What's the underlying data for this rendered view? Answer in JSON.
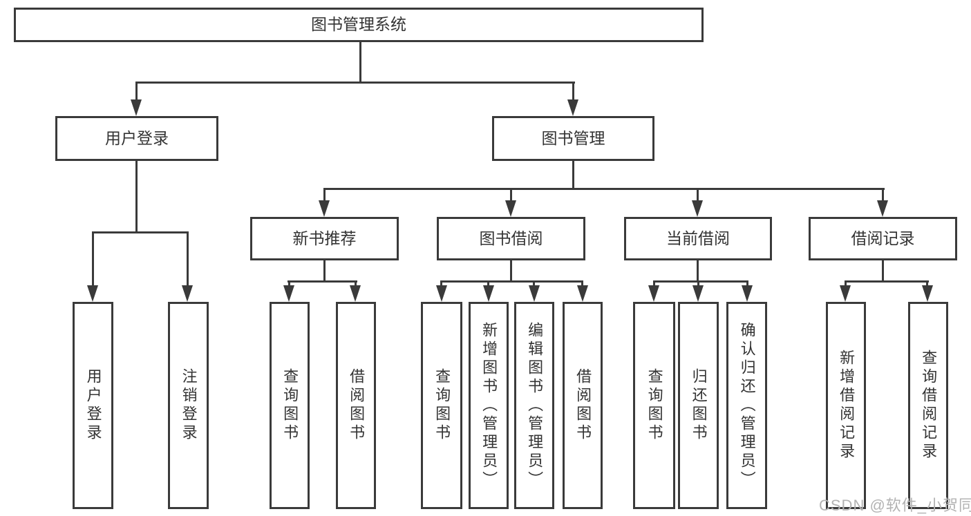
{
  "colors": {
    "line": "#3a3a3a",
    "box_border": "#3a3a3a",
    "text": "#333333",
    "background": "#ffffff",
    "watermark": "#b3b3b3"
  },
  "diagram": {
    "root": {
      "label": "图书管理系统"
    },
    "level1": [
      {
        "label": "用户登录"
      },
      {
        "label": "图书管理"
      }
    ],
    "user_children": [
      {
        "label": "用户登录"
      },
      {
        "label": "注销登录"
      }
    ],
    "mgmt_sections": [
      {
        "label": "新书推荐",
        "children": [
          {
            "label": "查询图书"
          },
          {
            "label": "借阅图书"
          }
        ]
      },
      {
        "label": "图书借阅",
        "children": [
          {
            "label": "查询图书"
          },
          {
            "label": "新增图书（管理员）"
          },
          {
            "label": "编辑图书（管理员）"
          },
          {
            "label": "借阅图书"
          }
        ]
      },
      {
        "label": "当前借阅",
        "children": [
          {
            "label": "查询图书"
          },
          {
            "label": "归还图书"
          },
          {
            "label": "确认归还（管理员）"
          }
        ]
      },
      {
        "label": "借阅记录",
        "children": [
          {
            "label": "新增借阅记录"
          },
          {
            "label": "查询借阅记录"
          }
        ]
      }
    ]
  },
  "watermark": {
    "text": "CSDN @软件_小贺同学"
  }
}
